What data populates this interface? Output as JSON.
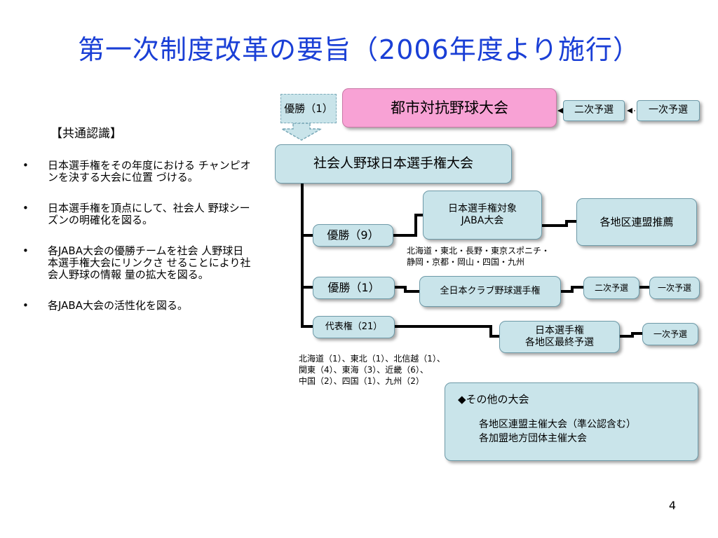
{
  "title": "第一次制度改革の要旨（2006年度より施行）",
  "left": {
    "heading": "【共通認識】",
    "bullet_mark": "•",
    "bullets": [
      "日本選手権をその年度における チャンピオンを決する大会に位置 づける。",
      "日本選手権を頂点にして、社会人 野球シーズンの明確化を図る。",
      "各JABA大会の優勝チームを社会 人野球日本選手権大会にリンクさ せることにより社会人野球の情報 量の拡大を図る。",
      "各JABA大会の活性化を図る。"
    ]
  },
  "diagram": {
    "top_win": "優勝（1）",
    "toshi": "都市対抗野球大会",
    "niji_top": "二次予選",
    "ichiji_top": "一次予選",
    "shakaijin": "社会人野球日本選手権大会",
    "win9": "優勝（9）",
    "jaba_line1": "日本選手権対象",
    "jaba_line2": "JABA大会",
    "renmei": "各地区連盟推薦",
    "jaba_note_line1": "北海道・東北・長野・東京スポニチ・",
    "jaba_note_line2": "静岡・京都・岡山・四国・九州",
    "win1": "優勝（1）",
    "club": "全日本クラブ野球選手権",
    "niji_club": "二次予選",
    "ichiji_club": "一次予選",
    "daihyo": "代表権（21）",
    "final_line1": "日本選手権",
    "final_line2": "各地区最終予選",
    "ichiji_final": "一次予選",
    "region_line1": "北海道（1）、東北（1）、北信越（1）、",
    "region_line2": "関東（4）、東海（3）、近畿（6）、",
    "region_line3": "中国（2）、四国（1）、九州（2）",
    "other_heading": "◆その他の大会",
    "other_line1": "各地区連盟主催大会（準公認含む）",
    "other_line2": "各加盟地方団体主催大会"
  },
  "page_number": "4",
  "colors": {
    "title": "#1a3fd6",
    "box_fill": "#c9e4ea",
    "pink_fill": "#f8a2d5"
  }
}
